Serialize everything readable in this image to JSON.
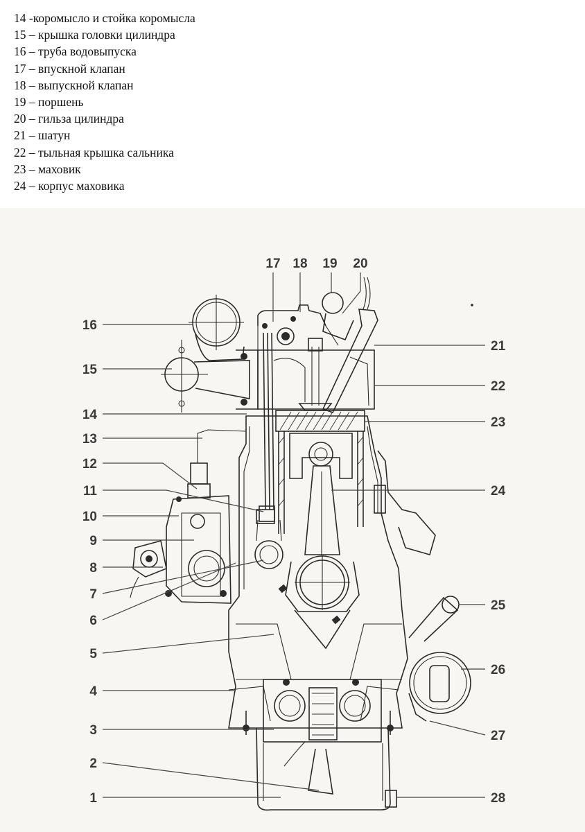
{
  "legend": [
    "14 -коромысло и стойка коромысла",
    "15 – крышка головки цилиндра",
    "16 – труба водовыпуска",
    "17 – впускной клапан",
    "18 – выпускной клапан",
    "19 – поршень",
    "20 – гильза цилиндра",
    "21 – шатун",
    "22 – тыльная крышка сальника",
    "23 – маховик",
    "24 – корпус маховика"
  ],
  "callouts": {
    "n1": "1",
    "n2": "2",
    "n3": "3",
    "n4": "4",
    "n5": "5",
    "n6": "6",
    "n7": "7",
    "n8": "8",
    "n9": "9",
    "n10": "10",
    "n11": "11",
    "n12": "12",
    "n13": "13",
    "n14": "14",
    "n15": "15",
    "n16": "16",
    "n17": "17",
    "n18": "18",
    "n19": "19",
    "n20": "20",
    "n21": "21",
    "n22": "22",
    "n23": "23",
    "n24": "24",
    "n25": "25",
    "n26": "26",
    "n27": "27",
    "n28": "28"
  }
}
